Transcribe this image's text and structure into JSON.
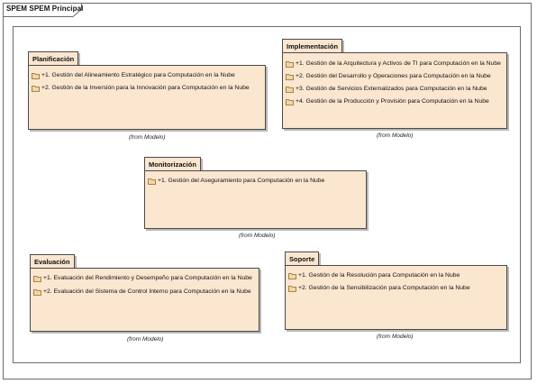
{
  "frame": {
    "title": "SPEM SPEM Principal"
  },
  "packages": {
    "planificacion": {
      "name": "Planificación",
      "items": [
        "+1. Gestión del Alineamiento Estratégico para Computación en la Nube",
        "+2. Gestión de la Inversión para la Innovación para Computación en la Nube"
      ],
      "from": "(from Modelo)"
    },
    "implementacion": {
      "name": "Implementación",
      "items": [
        "+1. Gestión de la Arquitectura y Activos de TI para Computación en la Nube",
        "+2. Gestión del Desarrollo y Operaciones para Computación en la Nube",
        "+3. Gestión de Servicios Externalizados para Computación en la Nube",
        "+4. Gestión de la Producción y Provisión para Computación en la Nube"
      ],
      "from": "(from Modelo)"
    },
    "monitorizacion": {
      "name": "Monitorización",
      "items": [
        "+1. Gestión del Aseguramiento para Computación en la Nube"
      ],
      "from": "(from Modelo)"
    },
    "evaluacion": {
      "name": "Evaluación",
      "items": [
        "+1. Evaluación del Rendimiento y Desempeño para Computación en la Nube",
        "+2. Evaluación del Sistema de Control Interno para Computación en la Nube"
      ],
      "from": "(from Modelo)"
    },
    "soporte": {
      "name": "Soporte",
      "items": [
        "+1. Gestión de la Resolución para Computación en la Nube",
        "+2. Gestión de la Sensibilización para Computación en la Nube"
      ],
      "from": "(from Modelo)"
    }
  },
  "colors": {
    "package_fill": "#fbe6cf",
    "border": "#4a4a4a",
    "folder_fill": "#f3d6a2"
  }
}
